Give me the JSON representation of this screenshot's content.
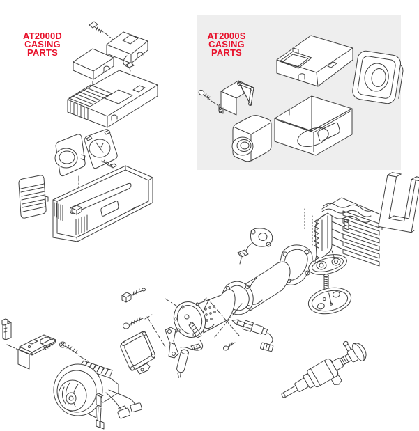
{
  "sections": {
    "at2000d": {
      "label": "AT2000D\nCASING\nPARTS"
    },
    "at2000s": {
      "label": "AT2000S\nCASING\nPARTS"
    }
  },
  "colors": {
    "label_red": "#e8112b",
    "panel_gray": "#eeeeee",
    "line": "#3f3f3f",
    "background": "#ffffff"
  },
  "figures": [
    {
      "name": "at2000d-casing-exploded-view"
    },
    {
      "name": "at2000s-casing-exploded-view"
    },
    {
      "name": "heat-exchanger-and-burner-parts"
    },
    {
      "name": "blower-motor-and-control-unit-parts"
    },
    {
      "name": "glow-plug-and-fuel-pump-parts"
    }
  ]
}
